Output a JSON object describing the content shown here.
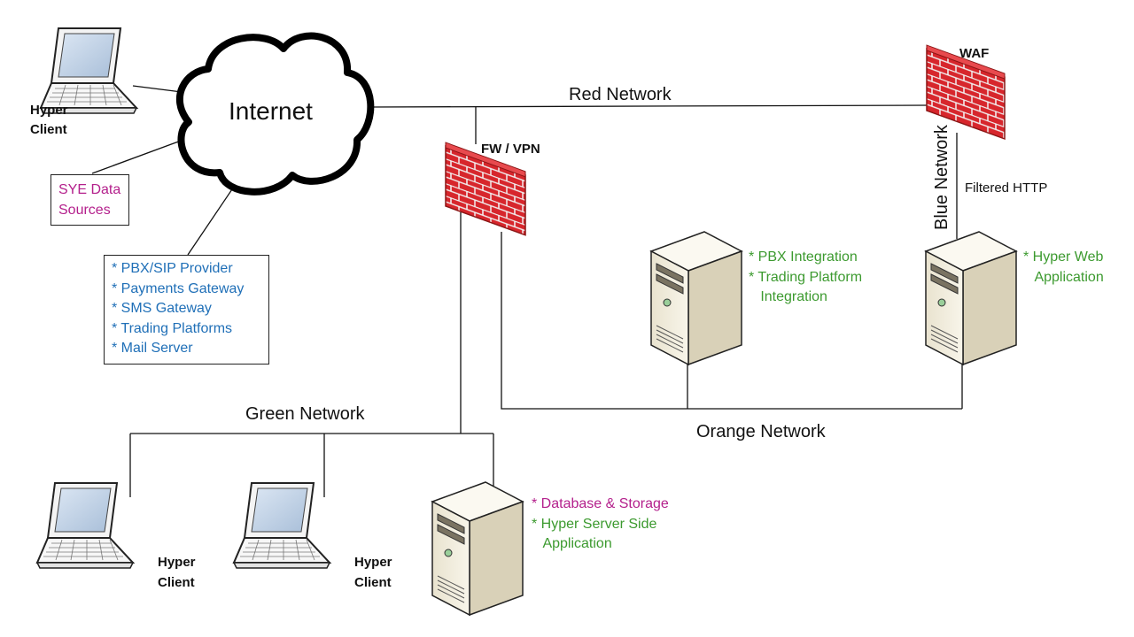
{
  "networks": {
    "red": "Red Network",
    "green": "Green Network",
    "orange": "Orange Network",
    "blue": "Blue Network",
    "filtered": "Filtered HTTP"
  },
  "internet": {
    "label": "Internet"
  },
  "firewalls": {
    "fw": "FW / VPN",
    "waf": "WAF"
  },
  "clients": {
    "top": "Hyper\nClient",
    "bottom_left": "Hyper\nClient",
    "bottom_right": "Hyper\nClient"
  },
  "sye_box": {
    "text": "SYE Data\nSources"
  },
  "providers_box": {
    "items": [
      "* PBX/SIP Provider",
      "* Payments Gateway",
      "* SMS Gateway",
      "* Trading Platforms",
      "* Mail Server"
    ]
  },
  "servers": {
    "integration": {
      "line1": "* PBX Integration",
      "line2": "* Trading Platform",
      "line3": "   Integration"
    },
    "web": {
      "line1": "* Hyper Web",
      "line2": "   Application"
    },
    "database": {
      "line1": "* Database & Storage",
      "line2": "* Hyper Server Side",
      "line3": "   Application"
    }
  },
  "colors": {
    "service_green": "#3c9a2f",
    "data_magenta": "#b4208c",
    "provider_blue": "#1f6fb7",
    "brick_red": "#d7262c"
  }
}
